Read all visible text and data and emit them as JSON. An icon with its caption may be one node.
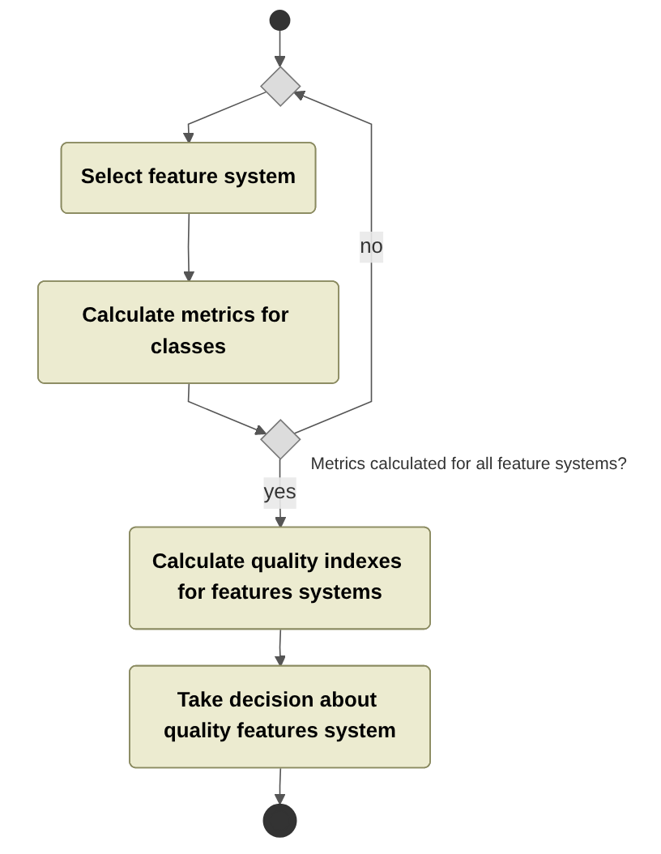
{
  "diagram": {
    "nodes": [
      {
        "text": [],
        "shape": "circle"
      },
      {
        "text": [],
        "shape": "diamond"
      },
      {
        "text": [
          "Select feature system"
        ]
      },
      {
        "text": [
          "Calculate metrics for classes"
        ]
      },
      {
        "text": [],
        "shape": "diamond",
        "beside": [
          "Metrics calculated for all feature systems?"
        ]
      },
      {
        "text": [
          "Calculate quality indexes for features systems"
        ]
      },
      {
        "text": [
          "Take decision about quality features system"
        ]
      },
      {
        "text": [],
        "shape": "circle"
      }
    ],
    "edges": [
      {
        "from": 0,
        "to": 1,
        "arrow": "to"
      },
      {
        "from": 1,
        "to": 2,
        "arrow": "to"
      },
      {
        "from": 2,
        "to": 3,
        "arrow": "to"
      },
      {
        "from": 3,
        "to": 4,
        "arrow": "to"
      },
      {
        "from": 4,
        "to": 1,
        "label": "no",
        "arrow": "to"
      },
      {
        "from": 4,
        "to": 5,
        "label": "yes",
        "arrow": "to"
      },
      {
        "from": 5,
        "to": 6,
        "arrow": "to"
      },
      {
        "from": 6,
        "to": 7,
        "arrow": "to"
      }
    ]
  }
}
